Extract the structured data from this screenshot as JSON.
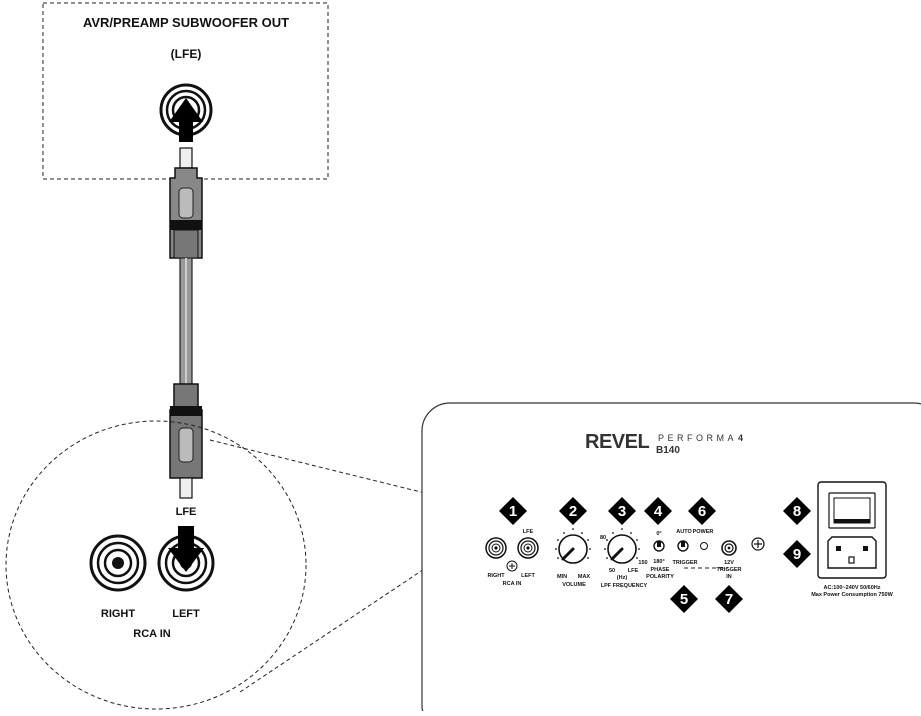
{
  "source": {
    "title": "AVR/PREAMP SUBWOOFER OUT",
    "subtitle": "(LFE)"
  },
  "inset": {
    "lfe": "LFE",
    "right": "RIGHT",
    "left": "LEFT",
    "rca_in": "RCA IN"
  },
  "panel": {
    "brand": "REVEL",
    "series": "PERFORMA",
    "series_num": "4",
    "model": "B140",
    "rca_right": "RIGHT",
    "rca_left": "LEFT",
    "rca_lfe": "LFE",
    "rca_in": "RCA IN",
    "volume_min": "MIN",
    "volume_max": "MAX",
    "volume": "VOLUME",
    "lpf_80": "80",
    "lpf_50": "50",
    "lpf_lfe": "LFE",
    "lpf_150": "150",
    "lpf_hz": "(Hz)",
    "lpf_frequency": "LPF FREQUENCY",
    "phase_0": "0°",
    "phase_180": "180°",
    "phase": "PHASE",
    "polarity": "POLARITY",
    "auto": "AUTO",
    "power": "POWER",
    "trigger": "TRIGGER",
    "trigger_12v": "12V",
    "trigger_label": "TRIGGER",
    "trigger_in": "IN",
    "ac_rating": "AC:100~240V 50/60Hz",
    "max_power": "Max Power Consumption 750W"
  },
  "callouts": [
    "1",
    "2",
    "3",
    "4",
    "5",
    "6",
    "7",
    "8",
    "9"
  ]
}
